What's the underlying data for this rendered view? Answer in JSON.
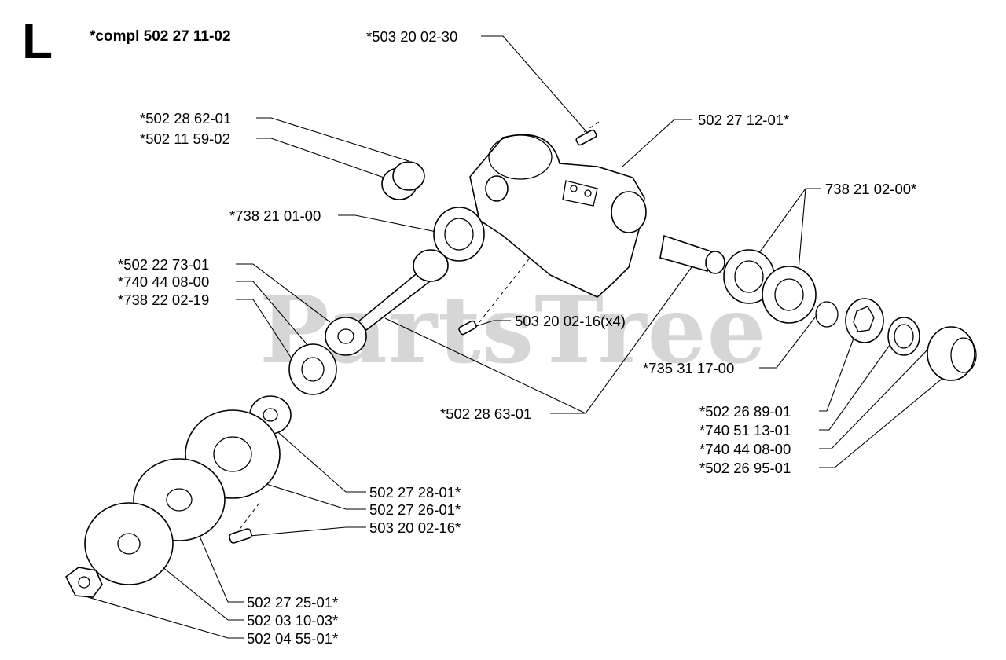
{
  "section_letter": "L",
  "assembly_label": "*compl 502 27 11-02",
  "watermark": "PartsTree",
  "callouts": [
    {
      "id": "c1",
      "label": "*503 20 02-30"
    },
    {
      "id": "c2",
      "label": "*502 28 62-01"
    },
    {
      "id": "c3",
      "label": "*502 11 59-02"
    },
    {
      "id": "c4",
      "label": "502 27 12-01*"
    },
    {
      "id": "c5",
      "label": "738 21 02-00*"
    },
    {
      "id": "c6",
      "label": "*738 21 01-00"
    },
    {
      "id": "c7",
      "label": "*502 22 73-01"
    },
    {
      "id": "c8",
      "label": "*740 44 08-00"
    },
    {
      "id": "c9",
      "label": "*738 22 02-19"
    },
    {
      "id": "c10",
      "label": "503 20 02-16(x4)"
    },
    {
      "id": "c11",
      "label": "*735 31 17-00"
    },
    {
      "id": "c12",
      "label": "*502 28 63-01"
    },
    {
      "id": "c13",
      "label": "*502 26 89-01"
    },
    {
      "id": "c14",
      "label": "*740 51 13-01"
    },
    {
      "id": "c15",
      "label": "*740 44 08-00"
    },
    {
      "id": "c16",
      "label": "*502 26 95-01"
    },
    {
      "id": "c17",
      "label": "502 27 28-01*"
    },
    {
      "id": "c18",
      "label": "502 27 26-01*"
    },
    {
      "id": "c19",
      "label": "503 20 02-16*"
    },
    {
      "id": "c20",
      "label": "502 27 25-01*"
    },
    {
      "id": "c21",
      "label": "502 03 10-03*"
    },
    {
      "id": "c22",
      "label": "502 04 55-01*"
    }
  ]
}
